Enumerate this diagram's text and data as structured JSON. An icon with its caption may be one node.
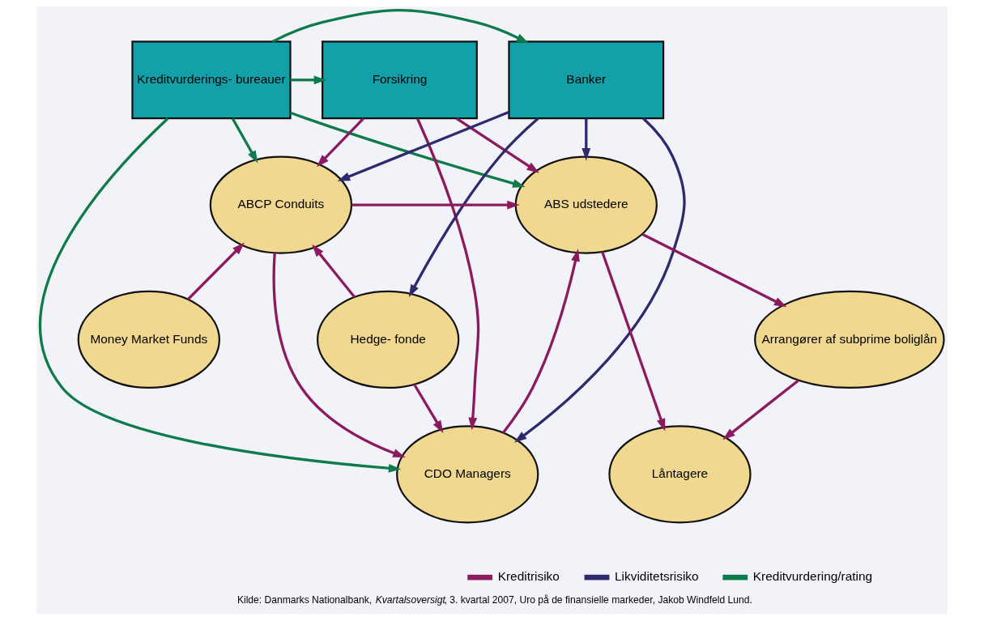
{
  "diagram": {
    "caption": "Kilde: Danmarks Nationalbank, *Kvartalsoversigt*, 3. kvartal 2007, Uro på de finansielle markeder, Jakob Windfeld Lund.",
    "nodes": [
      {
        "text": [
          "Kreditvurderings- bureauer"
        ]
      },
      {
        "text": [
          "Forsikring"
        ]
      },
      {
        "text": [
          "Banker"
        ]
      },
      {
        "text": [
          "ABS udstedere"
        ]
      },
      {
        "text": [
          "ABCP Conduits"
        ]
      },
      {
        "text": [
          "CDO Managers"
        ]
      },
      {
        "text": [
          "Arrangører af subprime boliglån"
        ]
      },
      {
        "text": [
          "Låntagere"
        ]
      },
      {
        "text": [
          "Hedge- fonde"
        ]
      },
      {
        "text": [
          "Money Market Funds"
        ]
      }
    ],
    "edges": [
      {
        "from": 0,
        "to": 2,
        "arrow": "to",
        "color": "#0f7a4a"
      },
      {
        "from": 0,
        "to": 1,
        "arrow": "to",
        "color": "#0f7a4a"
      },
      {
        "from": 0,
        "to": 3,
        "arrow": "to",
        "color": "#0f7a4a"
      },
      {
        "from": 0,
        "to": 5,
        "arrow": "to",
        "color": "#0f7a4a"
      },
      {
        "from": 0,
        "to": 4,
        "arrow": "to",
        "color": "#0f7a4a"
      },
      {
        "from": 1,
        "to": 3,
        "arrow": "to"
      },
      {
        "from": 1,
        "to": 5,
        "arrow": "to"
      },
      {
        "from": 1,
        "to": 4,
        "arrow": "to"
      },
      {
        "from": 2,
        "to": 3,
        "arrow": "to",
        "color": "#2e2a6e"
      },
      {
        "from": 2,
        "to": 5,
        "arrow": "to",
        "color": "#2e2a6e"
      },
      {
        "from": 2,
        "to": 4,
        "arrow": "to",
        "color": "#2e2a6e"
      },
      {
        "from": 2,
        "to": 8,
        "arrow": "to",
        "color": "#2e2a6e"
      },
      {
        "from": 4,
        "to": 3,
        "arrow": "to"
      },
      {
        "from": 5,
        "to": 3,
        "arrow": "to"
      },
      {
        "from": 4,
        "to": 5,
        "arrow": "to"
      },
      {
        "from": 3,
        "to": 6,
        "arrow": "to"
      },
      {
        "from": 3,
        "to": 7,
        "arrow": "to"
      },
      {
        "from": 6,
        "to": 7,
        "arrow": "to"
      },
      {
        "from": 8,
        "to": 5,
        "arrow": "to"
      },
      {
        "from": 8,
        "to": 4,
        "arrow": "to"
      },
      {
        "from": 9,
        "to": 4,
        "arrow": "to"
      }
    ],
    "legend": [
      {
        "text": "Kreditrisiko",
        "color": "#8b1a5e"
      },
      {
        "text": "Likviditetsrisiko",
        "color": "#2e2a6e"
      },
      {
        "text": "Kreditvurdering/rating",
        "color": "#0f7a4a"
      }
    ]
  }
}
